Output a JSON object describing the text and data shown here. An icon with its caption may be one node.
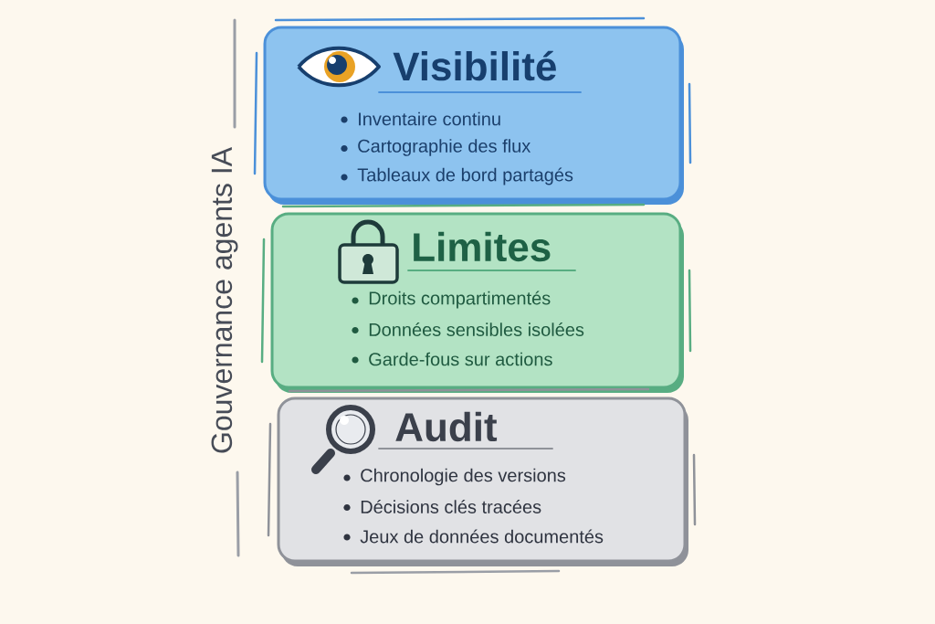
{
  "diagram": {
    "nodes": [
      {
        "text": [
          "Visibilité",
          "Inventaire continu",
          "Cartographie des flux",
          "Tableaux de bord partagés"
        ]
      },
      {
        "text": [
          "Limites",
          "Droits compartimentés",
          "Données sensibles isolées",
          "Garde-fous sur actions"
        ]
      },
      {
        "text": [
          "Audit",
          "Chronologie des versions",
          "Décisions clés tracées",
          "Jeux de données documentés"
        ]
      }
    ],
    "labels": [
      "Gouvernance agents IA"
    ]
  }
}
